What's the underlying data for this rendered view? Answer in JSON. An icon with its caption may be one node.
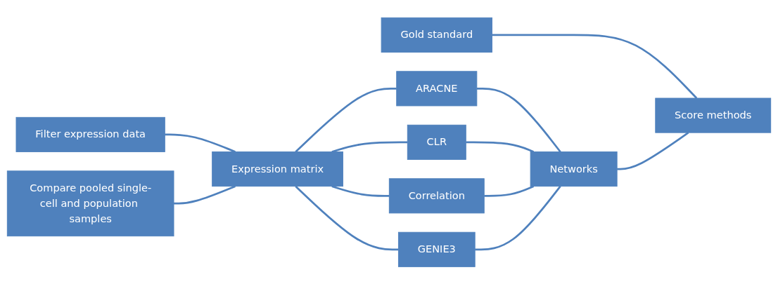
{
  "diagram": {
    "nodes": [
      {
        "text": [
          "Filter expression data"
        ]
      },
      {
        "text": [
          "Compare pooled single-cell and population samples"
        ]
      },
      {
        "text": [
          "Expression matrix"
        ]
      },
      {
        "text": [
          "ARACNE"
        ]
      },
      {
        "text": [
          "CLR"
        ]
      },
      {
        "text": [
          "Correlation"
        ]
      },
      {
        "text": [
          "GENIE3"
        ]
      },
      {
        "text": [
          "Gold standard"
        ]
      },
      {
        "text": [
          "Networks"
        ]
      },
      {
        "text": [
          "Score methods"
        ]
      }
    ],
    "edges": [
      {
        "from": 0,
        "to": 2,
        "arrow": "none"
      },
      {
        "from": 1,
        "to": 2,
        "arrow": "none"
      },
      {
        "from": 2,
        "to": 3,
        "arrow": "none"
      },
      {
        "from": 2,
        "to": 4,
        "arrow": "none"
      },
      {
        "from": 2,
        "to": 5,
        "arrow": "none"
      },
      {
        "from": 2,
        "to": 6,
        "arrow": "none"
      },
      {
        "from": 3,
        "to": 8,
        "arrow": "none"
      },
      {
        "from": 4,
        "to": 8,
        "arrow": "none"
      },
      {
        "from": 5,
        "to": 8,
        "arrow": "none"
      },
      {
        "from": 6,
        "to": 8,
        "arrow": "none"
      },
      {
        "from": 7,
        "to": 9,
        "arrow": "none"
      },
      {
        "from": 8,
        "to": 9,
        "arrow": "none"
      }
    ]
  }
}
